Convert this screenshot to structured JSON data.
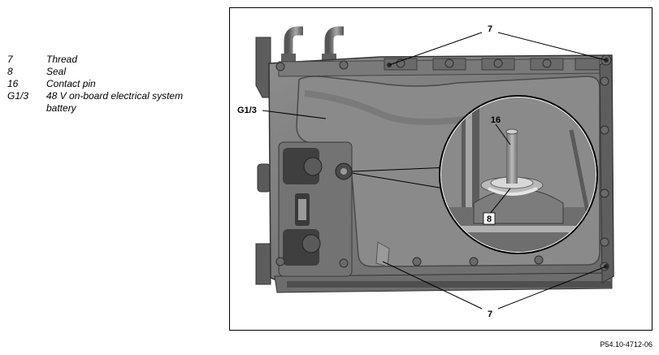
{
  "legend": [
    {
      "num": "7",
      "desc": "Thread"
    },
    {
      "num": "8",
      "desc": "Seal"
    },
    {
      "num": "16",
      "desc": "Contact pin"
    },
    {
      "num": "G1/3",
      "desc": "48 V on-board electrical system battery"
    }
  ],
  "callouts": {
    "thread_top": "7",
    "thread_bottom": "7",
    "battery": "G1/3",
    "contact_pin": "16",
    "seal": "8"
  },
  "figure_id": "P54.10-4712-06"
}
